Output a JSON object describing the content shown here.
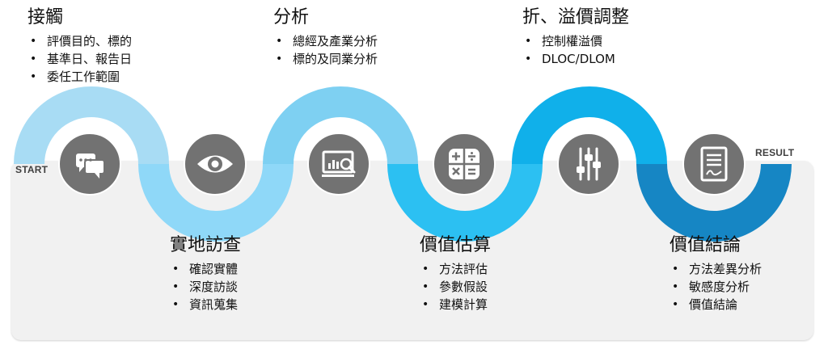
{
  "markers": {
    "start": "START",
    "result": "RESULT"
  },
  "steps": [
    {
      "title": "接觸",
      "items": [
        "評價目的、標的",
        "基準日、報告日",
        "委任工作範圍"
      ],
      "icon": "chat-bubbles-icon",
      "color": "#a8dcf4"
    },
    {
      "title": "實地訪查",
      "items": [
        "確認實體",
        "深度訪談",
        "資訊蒐集"
      ],
      "icon": "eye-icon",
      "color": "#8fd8f8"
    },
    {
      "title": "分析",
      "items": [
        "總經及產業分析",
        "標的及同業分析"
      ],
      "icon": "chart-magnifier-icon",
      "color": "#7ed0f2"
    },
    {
      "title": "價值估算",
      "items": [
        "方法評估",
        "參數假設",
        "建模計算"
      ],
      "icon": "calculator-icon",
      "color": "#2cc0f2"
    },
    {
      "title": "折、溢價調整",
      "items": [
        "控制權溢價",
        "DLOC/DLOM"
      ],
      "icon": "sliders-icon",
      "color": "#10b0ea"
    },
    {
      "title": "價值結論",
      "items": [
        "方法差異分析",
        "敏感度分析",
        "價值結論"
      ],
      "icon": "report-document-icon",
      "color": "#1686c4"
    }
  ]
}
